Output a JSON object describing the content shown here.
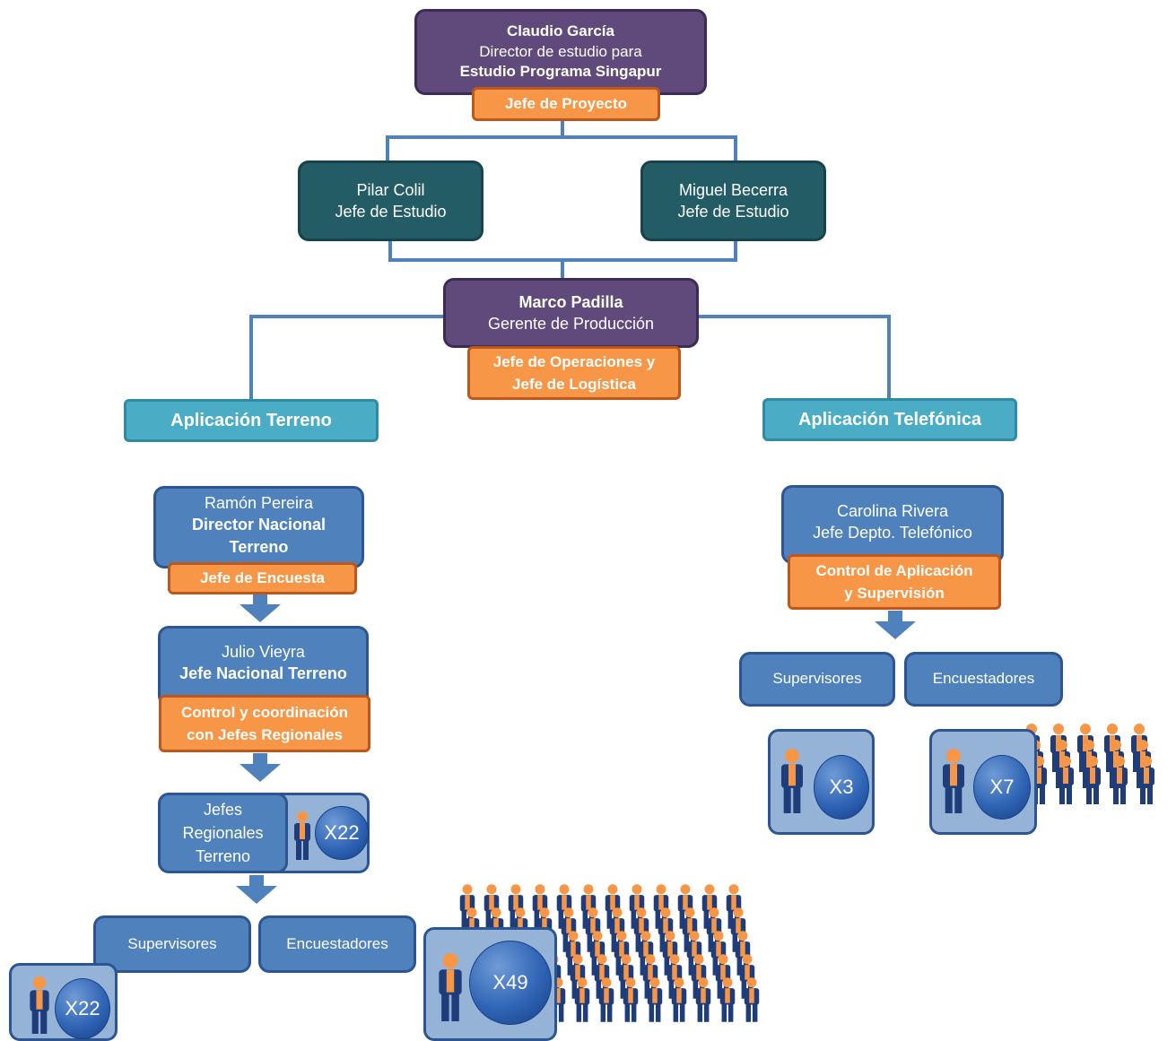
{
  "top": {
    "name": "Claudio García",
    "line2": "Director de estudio para",
    "line3": "Estudio Programa Singapur",
    "role": "Jefe de Proyecto"
  },
  "study_heads": [
    {
      "name": "Pilar Colil",
      "title": "Jefe de Estudio"
    },
    {
      "name": "Miguel Becerra",
      "title": "Jefe de Estudio"
    }
  ],
  "production": {
    "name": "Marco Padilla",
    "title": "Gerente de Producción",
    "role_line1": "Jefe de Operaciones y",
    "role_line2": "Jefe de Logística"
  },
  "field": {
    "label": "Aplicación Terreno",
    "director": {
      "name": "Ramón Pereira",
      "title_line1": "Director Nacional",
      "title_line2": "Terreno",
      "role": "Jefe de Encuesta"
    },
    "chief": {
      "name": "Julio Vieyra",
      "title": "Jefe Nacional  Terreno",
      "role_line1": "Control y coordinación",
      "role_line2": "con Jefes Regionales"
    },
    "regional": {
      "line1": "Jefes",
      "line2": "Regionales",
      "line3": "Terreno",
      "count": "X22"
    },
    "supervisors": {
      "label": "Supervisores",
      "count": "X22"
    },
    "interviewers": {
      "label": "Encuestadores",
      "count": "X49"
    }
  },
  "phone": {
    "label": "Aplicación Telefónica",
    "head": {
      "name": "Carolina Rivera",
      "title": "Jefe Depto. Telefónico",
      "role_line1": "Control de Aplicación",
      "role_line2": "y  Supervisión"
    },
    "supervisors": {
      "label": "Supervisores",
      "count": "X3"
    },
    "interviewers": {
      "label": "Encuestadores",
      "count": "X7"
    }
  },
  "colors": {
    "purple": "#5f4a7b",
    "teal": "#245c66",
    "orange": "#f79646",
    "cyan": "#4bacc6",
    "blue": "#4f81bd",
    "connector": "#4f81bd",
    "person_body": "#1f3d7a",
    "person_accent": "#f79646"
  },
  "icons": {
    "arrow": "down-arrow-icon",
    "person": "person-icon"
  }
}
